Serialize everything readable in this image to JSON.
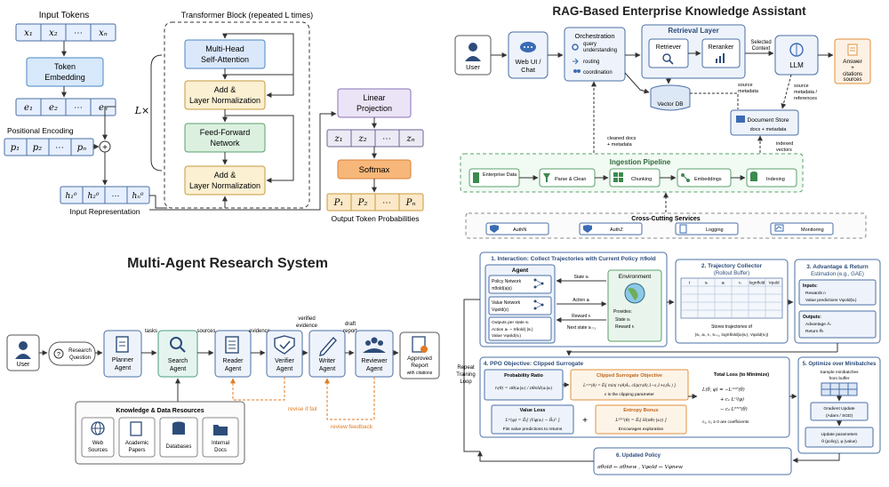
{
  "transformer": {
    "input_tokens_label": "Input Tokens",
    "tokens": [
      "x₁",
      "x₂",
      "⋯",
      "xₙ"
    ],
    "token_embedding": [
      "Token",
      "Embedding"
    ],
    "embeddings": [
      "e₁",
      "e₂",
      "⋯",
      "eₙ"
    ],
    "positional_label": "Positional Encoding",
    "positions": [
      "p₁",
      "p₂",
      "⋯",
      "pₙ"
    ],
    "hidden": [
      "h₁⁰",
      "h₂⁰",
      "⋯",
      "hₙ⁰"
    ],
    "input_repr_label": "Input Representation",
    "block_title": "Transformer Block (repeated L times)",
    "layers_label": "L×",
    "attention": [
      "Multi-Head",
      "Self-Attention"
    ],
    "addnorm": [
      "Add &",
      "Layer Normalization"
    ],
    "ffn": [
      "Feed-Forward",
      "Network"
    ],
    "linear": [
      "Linear",
      "Projection"
    ],
    "logits": [
      "z₁",
      "z₂",
      "⋯",
      "zₙ"
    ],
    "softmax": "Softmax",
    "probs": [
      "P₁",
      "P₂",
      "⋯",
      "Pₙ"
    ],
    "output_label": "Output Token Probabilities"
  },
  "rag": {
    "title": "RAG-Based Enterprise Knowledge Assistant",
    "user": "User",
    "webui": [
      "Web UI /",
      "Chat"
    ],
    "orchestration": "Orchestration",
    "orch_items": [
      "query",
      "understanding",
      "routing",
      "coordination"
    ],
    "retrieval": "Retrieval Layer",
    "retriever": "Retriever",
    "reranker": "Reranker",
    "selected": [
      "Selected",
      "Context"
    ],
    "llm": "LLM",
    "answer": [
      "Answer",
      "+",
      "citations",
      "sources"
    ],
    "vectordb": "Vector DB",
    "source_meta_1": [
      "source",
      "metadata"
    ],
    "source_meta_2": [
      "source",
      "metadata /",
      "references"
    ],
    "docstore": "Document Store",
    "docstore_sub": "docs + metadata",
    "cleaned": [
      "cleaned docs",
      "+ metadata"
    ],
    "indexed": [
      "indexed",
      "vectors"
    ],
    "ingestion": "Ingestion Pipeline",
    "ing_steps": [
      "Enterprise Data",
      "Parse & Clean",
      "Chunking",
      "Embeddings",
      "Indexing"
    ],
    "crosscutting": "Cross-Cutting Services",
    "services": [
      "AuthN",
      "AuthZ",
      "Logging",
      "Monitoring"
    ]
  },
  "multiagent": {
    "title": "Multi-Agent Research System",
    "user": "User",
    "question": [
      "Research",
      "Question"
    ],
    "planner": [
      "Planner",
      "Agent"
    ],
    "search": [
      "Search",
      "Agent"
    ],
    "reader": [
      "Reader",
      "Agent"
    ],
    "verifier": [
      "Verifier",
      "Agent"
    ],
    "writer": [
      "Writer",
      "Agent"
    ],
    "reviewer": [
      "Reviewer",
      "Agent"
    ],
    "approved": [
      "Approved",
      "Report",
      "with citations"
    ],
    "edge_tasks": "tasks",
    "edge_sources": "sources",
    "edge_evidence": "evidence",
    "edge_verified": [
      "verified",
      "evidence"
    ],
    "edge_draft": [
      "draft",
      "report"
    ],
    "revise": "revise if fail",
    "review": "review feedback",
    "resources_title": "Knowledge & Data Resources",
    "resources": [
      [
        "Web",
        "Sources"
      ],
      [
        "Academic",
        "Papers"
      ],
      [
        "Databases"
      ],
      [
        "Internal",
        "Docs"
      ]
    ]
  },
  "ppo": {
    "s1_title": "1. Interaction: Collect Trajectories with Current Policy πθold",
    "agent": "Agent",
    "policy_net": [
      "Policy Network",
      "πθold(a|s)"
    ],
    "value_net": [
      "Value Network",
      "Vφold(s)"
    ],
    "outputs_state": "Outputs per state sₜ",
    "out_action": "Action aₜ ~ πθold(·|sₜ)",
    "out_value": "Value Vφold(sₜ)",
    "state": "State sₜ",
    "action": "Action aₜ",
    "reward": "Reward rₜ",
    "next_state": "Next state sₜ₊₁",
    "environment": "Environment",
    "provides": "Provides:",
    "prov_items": [
      "State sₜ",
      "Reward rₜ"
    ],
    "s2_title": [
      "2. Trajectory Collector",
      "(Rollout Buffer)"
    ],
    "buffer_cols": [
      "t",
      "sₜ",
      "aₜ",
      "rₜ",
      "logπθold",
      "Vφold"
    ],
    "buffer_note": [
      "Stores trajectories of",
      "(sₜ, aₜ, rₜ, sₜ₊₁, logπθold(aₜ|sₜ), Vφold(sₜ))"
    ],
    "s3_title": [
      "3. Advantage & Return",
      "Estimation (e.g., GAE)"
    ],
    "inputs": "Inputs:",
    "inputs_items": [
      "Rewards rₜ",
      "Value predictions Vφold(sₜ)"
    ],
    "outputs": "Outputs:",
    "outputs_items": [
      "Advantage Âₜ",
      "Return R̂ₜ"
    ],
    "loop": [
      "Repeat",
      "Training",
      "Loop"
    ],
    "s4_title": "4. PPO Objective: Clipped Surrogate",
    "prob_ratio": "Probability Ratio",
    "ratio_eq": "rₜ(θ) = πθ(aₜ|sₜ) / πθold(aₜ|sₜ)",
    "clip_title": "Clipped Surrogate Objective",
    "clip_eq": "Lᶜᴸᴵᴾ(θ) = Êₜ[ min( rₜ(θ)Âₜ, clip(rₜ(θ),1−ε,1+ε)Âₜ ) ]",
    "clip_note": "ε is the clipping parameter",
    "value_loss": "Value Loss",
    "vf_eq": "Lᵛᶠ(φ) = Êₜ[ (Vφ(sₜ) − R̂ₜ)² ]",
    "vf_note": "Fits value predictions to returns",
    "entropy": "Entropy Bonus",
    "ent_eq": "Lᴱᴺᵀ(θ) = Êₜ[ H(πθ(·|sₜ)) ]",
    "ent_note": "Encourages exploration",
    "total_title": "Total Loss (to Minimize)",
    "total_lines": [
      "L(θ, φ) = −Lᶜᴸᴵᴾ(θ)",
      "+ c₁ Lᵛᶠ(φ)",
      "− c₂ Lᴱᴺᵀ(θ)"
    ],
    "coef_note": "c₁, c₂ ≥ 0 are coefficients",
    "s5_title": "5. Optimize over Minibatches",
    "sample": [
      "Sample minibatches",
      "from buffer"
    ],
    "gradient": [
      "Gradient Update",
      "(Adam / SGD)"
    ],
    "update": [
      "Update parameters",
      "θ (policy), φ (value)"
    ],
    "s6_title": "6. Updated Policy",
    "s6_eq": "πθold ← πθnew ,   Vφold ← Vφnew"
  }
}
